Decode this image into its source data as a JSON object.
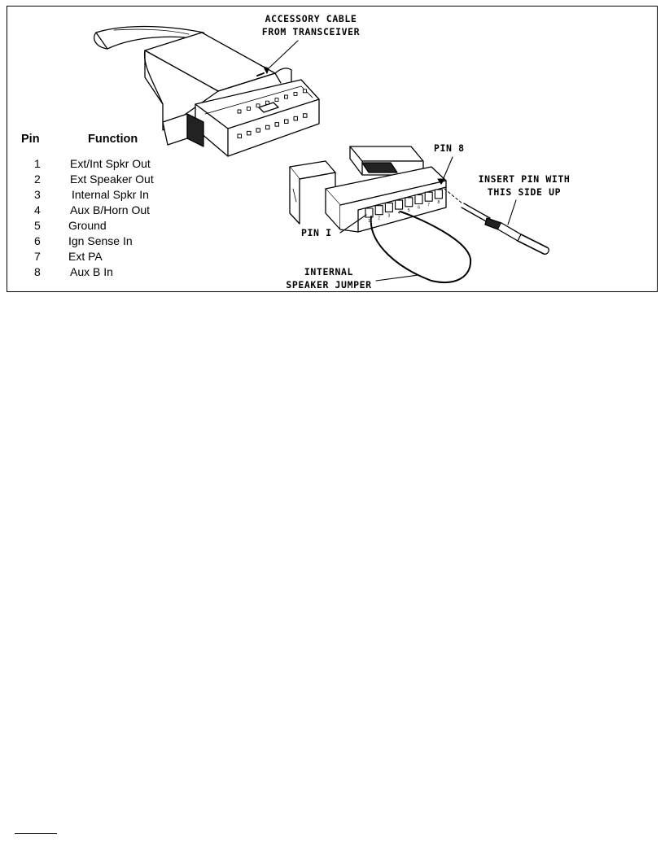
{
  "pin_table": {
    "header_pin": "Pin",
    "header_function": "Function",
    "rows": [
      {
        "pin": "1",
        "function": "Ext/Int Spkr Out"
      },
      {
        "pin": "2",
        "function": "Ext Speaker Out"
      },
      {
        "pin": "3",
        "function": "Internal Spkr In"
      },
      {
        "pin": "4",
        "function": "Aux B/Horn Out"
      },
      {
        "pin": "5",
        "function": "Ground"
      },
      {
        "pin": "6",
        "function": "Ign Sense In"
      },
      {
        "pin": "7",
        "function": "Ext PA"
      },
      {
        "pin": "8",
        "function": "Aux B In"
      }
    ]
  },
  "callouts": {
    "accessory_line1": "ACCESSORY CABLE",
    "accessory_line2": "FROM TRANSCEIVER",
    "pin8": "PIN 8",
    "pin1": "PIN I",
    "insert_line1": "INSERT PIN WITH",
    "insert_line2": "THIS SIDE UP",
    "jumper_line1": "INTERNAL",
    "jumper_line2": "SPEAKER JUMPER"
  },
  "connector_pin_numbers": [
    "1",
    "2",
    "3",
    "4",
    "5",
    "6",
    "7",
    "8"
  ]
}
